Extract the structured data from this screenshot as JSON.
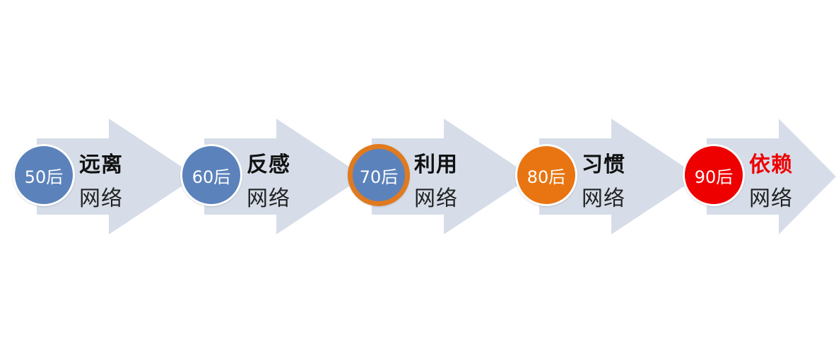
{
  "steps": [
    {
      "badge": "50后",
      "title": "远离",
      "subtitle": "网络",
      "badge_color": "#5b82bb",
      "title_color": "#111111",
      "ring_color": ""
    },
    {
      "badge": "60后",
      "title": "反感",
      "subtitle": "网络",
      "badge_color": "#5b82bb",
      "title_color": "#111111",
      "ring_color": ""
    },
    {
      "badge": "70后",
      "title": "利用",
      "subtitle": "网络",
      "badge_color": "#5b82bb",
      "title_color": "#111111",
      "ring_color": "#e07a1f"
    },
    {
      "badge": "80后",
      "title": "习惯",
      "subtitle": "网络",
      "badge_color": "#e87511",
      "title_color": "#111111",
      "ring_color": ""
    },
    {
      "badge": "90后",
      "title": "依赖",
      "subtitle": "网络",
      "badge_color": "#ee0000",
      "title_color": "#ee0000",
      "ring_color": ""
    }
  ],
  "arrow_color": "#d6dde9"
}
